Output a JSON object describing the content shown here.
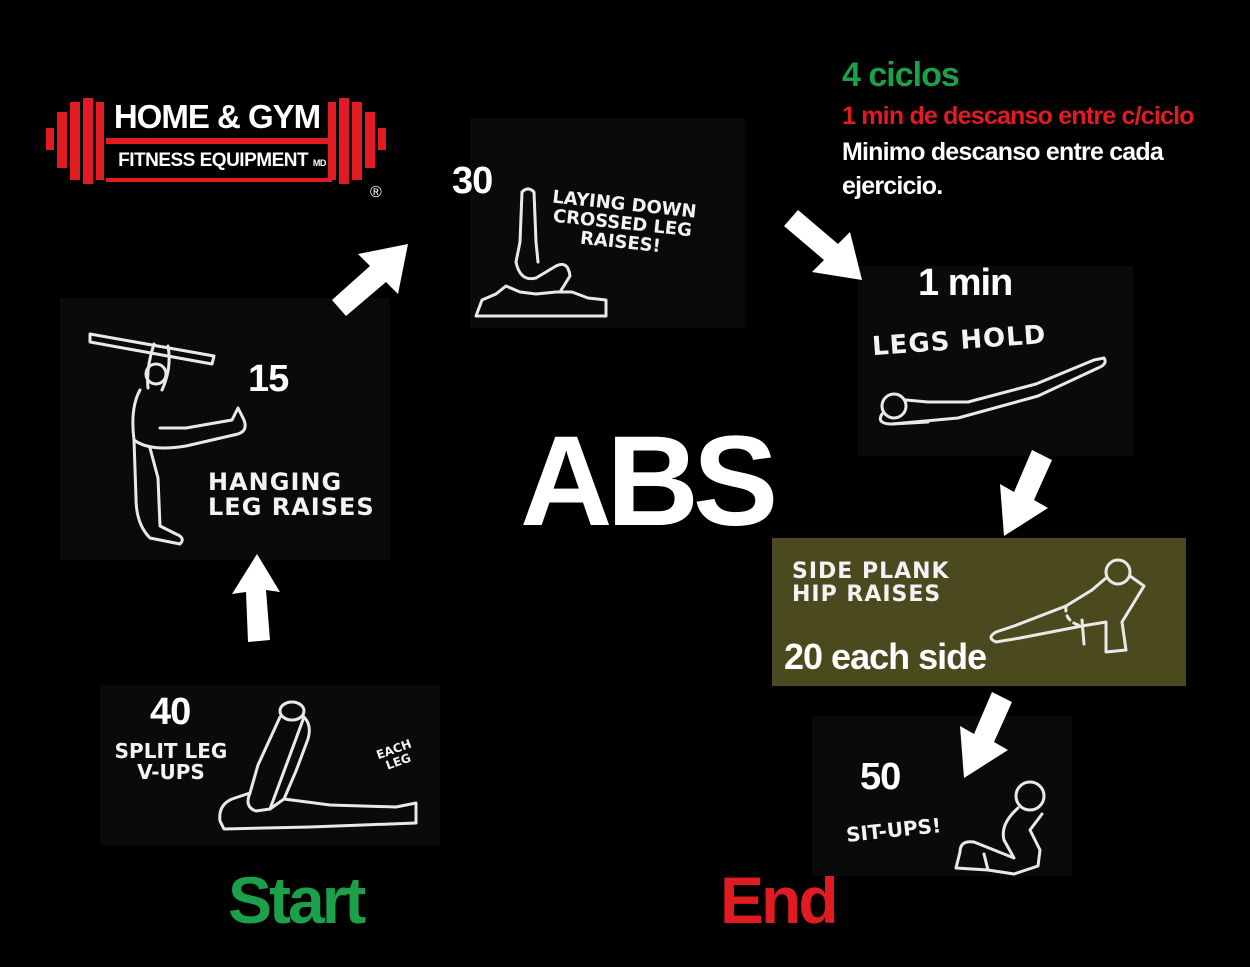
{
  "logo": {
    "line1": "HOME & GYM",
    "line2": "FITNESS EQUIPMENT",
    "line2_suffix": "MD",
    "registered": "®",
    "color": "#e11b22"
  },
  "info": {
    "cycles": "4 ciclos",
    "rest_between_cycles": "1 min de descanso entre c/ciclo",
    "rest_between_exercises_line1": "Minimo descanso entre cada",
    "rest_between_exercises_line2": "ejercicio.",
    "colors": {
      "cycles": "#1aa14a",
      "rest": "#e21b22",
      "text": "#ffffff"
    }
  },
  "title": "ABS",
  "start_label": "Start",
  "end_label": "End",
  "label_colors": {
    "start": "#1aa14a",
    "end": "#e21b22"
  },
  "exercises": [
    {
      "id": "split-leg-vups",
      "reps": "40",
      "name_line1": "SPLIT LEG",
      "name_line2": "V-UPS",
      "note_line1": "EACH",
      "note_line2": "LEG",
      "icon": "v-up-figure"
    },
    {
      "id": "hanging-leg-raises",
      "reps": "15",
      "name_line1": "HANGING",
      "name_line2": "LEG RAISES",
      "icon": "hanging-figure"
    },
    {
      "id": "crossed-leg-raises",
      "reps": "30",
      "name_line1": "LAYING DOWN",
      "name_line2": "CROSSED LEG",
      "name_line3": "RAISES!",
      "icon": "crossed-leg-figure"
    },
    {
      "id": "legs-hold",
      "reps": "1 min",
      "name_line1": "LEGS HOLD",
      "icon": "legs-hold-figure"
    },
    {
      "id": "side-plank-hip-raises",
      "reps": "20 each side",
      "name_line1": "SIDE PLANK",
      "name_line2": "HIP RAISES",
      "icon": "side-plank-figure",
      "panel_color": "#4a4a1e"
    },
    {
      "id": "sit-ups",
      "reps": "50",
      "name_line1": "SIT-UPS!",
      "icon": "sit-up-figure"
    }
  ]
}
